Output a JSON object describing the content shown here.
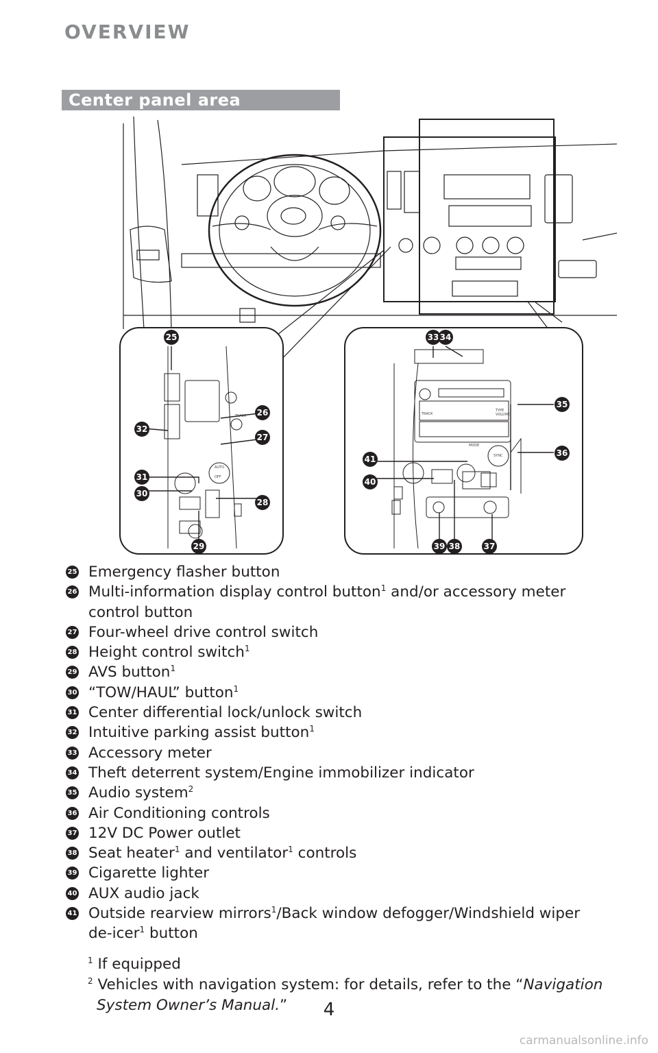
{
  "header": {
    "title": "OVERVIEW"
  },
  "section": {
    "title": "Center panel area"
  },
  "callouts": [
    "25",
    "26",
    "27",
    "28",
    "29",
    "30",
    "31",
    "32",
    "33",
    "34",
    "35",
    "36",
    "37",
    "38",
    "39",
    "40",
    "41"
  ],
  "items": [
    {
      "num": "25",
      "text": "Emergency flasher button"
    },
    {
      "num": "26",
      "parts": [
        "Multi-information display control button",
        "1",
        " and/or accessory meter"
      ],
      "cont": "control button"
    },
    {
      "num": "27",
      "text": "Four-wheel drive control switch"
    },
    {
      "num": "28",
      "parts": [
        "Height control switch",
        "1"
      ]
    },
    {
      "num": "29",
      "parts": [
        "AVS button",
        "1"
      ]
    },
    {
      "num": "30",
      "parts": [
        "“TOW/HAUL” button",
        "1"
      ]
    },
    {
      "num": "31",
      "text": "Center differential lock/unlock switch"
    },
    {
      "num": "32",
      "parts": [
        "Intuitive parking assist button",
        "1"
      ]
    },
    {
      "num": "33",
      "text": "Accessory meter"
    },
    {
      "num": "34",
      "text": "Theft deterrent system/Engine immobilizer indicator"
    },
    {
      "num": "35",
      "parts": [
        "Audio system",
        "2"
      ]
    },
    {
      "num": "36",
      "text": "Air Conditioning controls"
    },
    {
      "num": "37",
      "text": "12V DC Power outlet"
    },
    {
      "num": "38",
      "parts": [
        "Seat heater",
        "1",
        " and ventilator",
        "1",
        " controls"
      ]
    },
    {
      "num": "39",
      "text": "Cigarette lighter"
    },
    {
      "num": "40",
      "text": "AUX audio jack"
    },
    {
      "num": "41",
      "parts": [
        "Outside rearview mirrors",
        "1",
        "/Back window defogger/Windshield wiper"
      ],
      "cont_parts": [
        "de-icer",
        "1",
        " button"
      ]
    }
  ],
  "footnotes": {
    "f1_mark": "1",
    "f1_text": "If equipped",
    "f2_mark": "2",
    "f2_text": "Vehicles with navigation system: for details, refer to the “",
    "f2_italic": "Navigation",
    "f2_line2_italic": "System Owner’s Manual.",
    "f2_end": "”"
  },
  "diagram_labels": {
    "track": "TRACK",
    "tyre": "TYPE",
    "volume": "VOLUME",
    "auto": "AUTO",
    "off": "OFF",
    "mode": "MODE",
    "sync": "SYNC"
  },
  "page": {
    "number": "4"
  },
  "watermark": {
    "text": "carmanualsonline.info"
  }
}
